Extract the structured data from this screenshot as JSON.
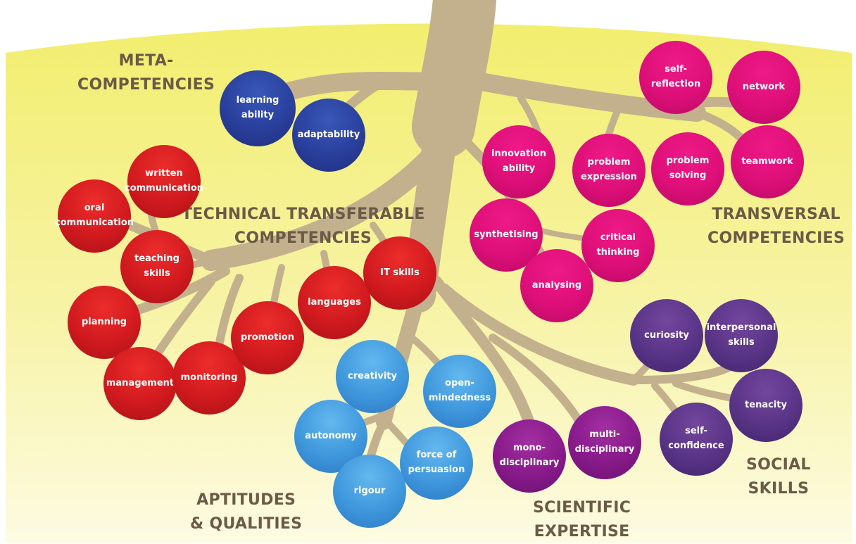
{
  "categories": {
    "meta": {
      "line1": "META-",
      "line2": "COMPETENCIES"
    },
    "technical": {
      "line1": "TECHNICAL TRANSFERABLE",
      "line2": "COMPETENCIES"
    },
    "transversal": {
      "line1": "TRANSVERSAL",
      "line2": "COMPETENCIES"
    },
    "aptitudes": {
      "line1": "APTITUDES",
      "line2": "& QUALITIES"
    },
    "scientific": {
      "line1": "SCIENTIFIC",
      "line2": "EXPERTISE"
    },
    "social": {
      "line1": "SOCIAL",
      "line2": "SKILLS"
    }
  },
  "skills": {
    "learning_ability": "learning\nability",
    "adaptability": "adaptability",
    "written_communication": "written\ncommunication",
    "oral_communication": "oral\ncommunication",
    "teaching_skills": "teaching\nskills",
    "planning": "planning",
    "management": "management",
    "monitoring": "monitoring",
    "promotion": "promotion",
    "languages": "languages",
    "it_skills": "IT skills",
    "self_reflection": "self-reflection",
    "network": "network",
    "innovation_ability": "innovation\nability",
    "problem_expression": "problem\nexpression",
    "problem_solving": "problem\nsolving",
    "teamwork": "teamwork",
    "synthetising": "synthetising",
    "critical_thinking": "critical\nthinking",
    "analysing": "analysing",
    "creativity": "creativity",
    "open_mindedness": "open-\nmindedness",
    "autonomy": "autonomy",
    "force_of_persuasion": "force of\npersuasion",
    "rigour": "rigour",
    "mono_disciplinary": "mono-\ndisciplinary",
    "multi_disciplinary": "multi-\ndisciplinary",
    "curiosity": "curiosity",
    "interpersonal_skills": "interpersonal\nskills",
    "tenacity": "tenacity",
    "self_confidence": "self-\nconfidence"
  },
  "colors": {
    "background_top": "#f2ee6e",
    "background_bottom": "#fdfbe0",
    "trunk": "#c3b08d",
    "category_text": "#6b5a47",
    "technical": "#d11a1f",
    "meta": "#2a3f9c",
    "transversal": "#de0f79",
    "aptitudes": "#3f97dc",
    "scientific": "#881a8a",
    "social": "#593486"
  }
}
